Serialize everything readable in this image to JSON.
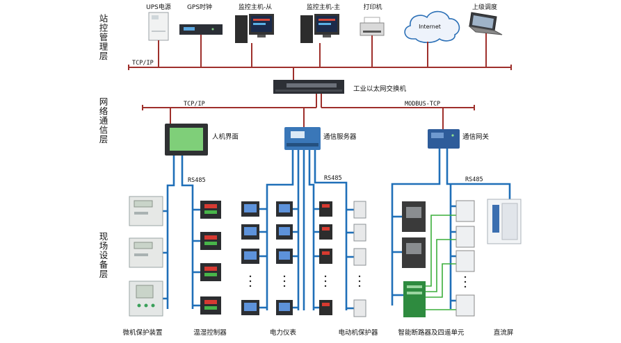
{
  "layers": {
    "station": "站控管理层",
    "network": "网络通信层",
    "field": "现场设备层"
  },
  "station_devices": {
    "ups": "UPS电源",
    "gps": "GPS时钟",
    "host_slave": "监控主机-从",
    "host_master": "监控主机-主",
    "printer": "打印机",
    "internet": "Internet",
    "dispatch": "上级调度"
  },
  "buses": {
    "top_protocol": "TCP/IP",
    "left_protocol": "TCP/IP",
    "right_protocol": "MODBUS-TCP",
    "rs485_labels": [
      "RS485",
      "RS485",
      "RS485"
    ]
  },
  "network_devices": {
    "switch": "工业以太网交换机",
    "hmi": "人机界面",
    "comm_server": "通信服务器",
    "gateway": "通信网关"
  },
  "field_devices": {
    "relay_protection": "微机保护装置",
    "humidity_controller": "温湿控制器",
    "power_meter": "电力仪表",
    "motor_protector": "电动机保护器",
    "smart_breaker": "智能断路器及四遥单元",
    "dc_panel": "直流屏"
  },
  "colors": {
    "ethernet": "#9e2f2b",
    "fieldbus": "#1f6fb8",
    "remote_link": "#3aae3a"
  }
}
